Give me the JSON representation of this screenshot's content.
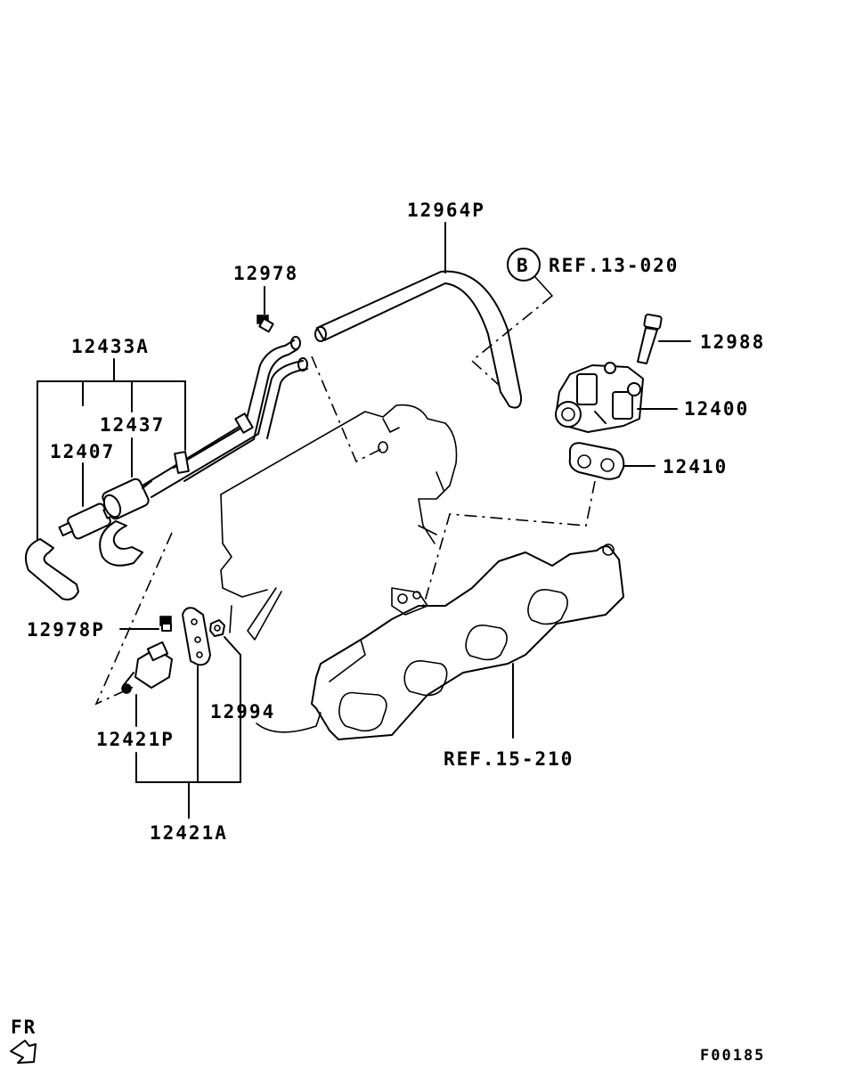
{
  "labels": {
    "p12964P": "12964P",
    "p12978": "12978",
    "refB_circle": "B",
    "ref13": "REF.13-020",
    "p12988": "12988",
    "p12433A": "12433A",
    "p12437": "12437",
    "p12400": "12400",
    "p12407": "12407",
    "p12410": "12410",
    "p12978P": "12978P",
    "p12994": "12994",
    "p12421P": "12421P",
    "ref15": "REF.15-210",
    "p12421A": "12421A",
    "fr": "FR",
    "figure_code": "F00185"
  },
  "icons": {
    "front_arrow": "front-direction-arrow-icon"
  }
}
